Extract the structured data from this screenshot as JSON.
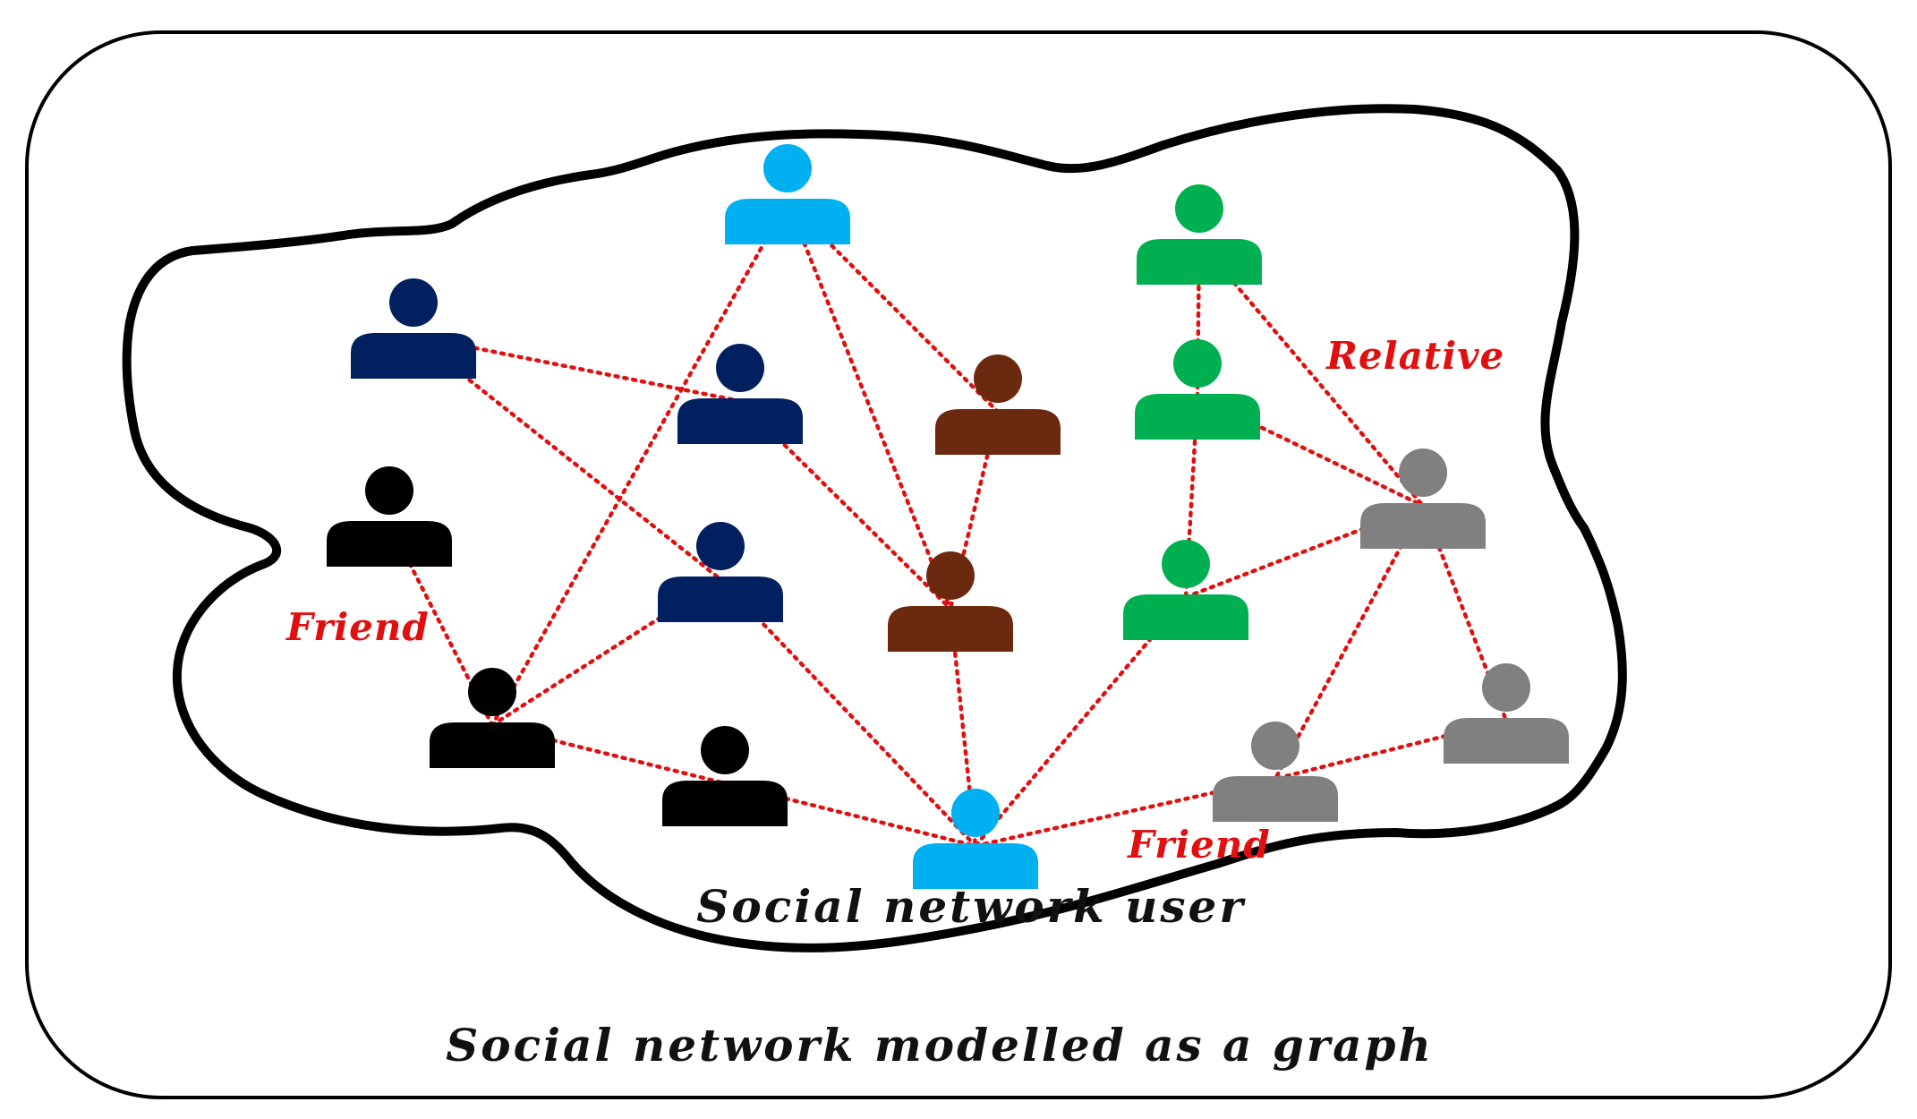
{
  "diagram": {
    "caption": "Social network modelled as a graph",
    "user_label": "Social network user",
    "edge_labels": {
      "friend_left": "Friend",
      "friend_bottom": "Friend",
      "relative": "Relative"
    }
  },
  "colors": {
    "edge": "#e01010",
    "cyan": "#00b0f0",
    "navy": "#002060",
    "black": "#000000",
    "brown": "#6b2a0f",
    "green": "#00b050",
    "gray": "#808080"
  },
  "nodes": [
    {
      "id": "cyan-top",
      "color": "cyan"
    },
    {
      "id": "navy-1",
      "color": "navy"
    },
    {
      "id": "navy-2",
      "color": "navy"
    },
    {
      "id": "navy-3",
      "color": "navy"
    },
    {
      "id": "black-1",
      "color": "black"
    },
    {
      "id": "black-2",
      "color": "black"
    },
    {
      "id": "black-3",
      "color": "black"
    },
    {
      "id": "brown-1",
      "color": "brown"
    },
    {
      "id": "brown-2",
      "color": "brown"
    },
    {
      "id": "green-1",
      "color": "green"
    },
    {
      "id": "green-2",
      "color": "green"
    },
    {
      "id": "green-3",
      "color": "green"
    },
    {
      "id": "gray-1",
      "color": "gray"
    },
    {
      "id": "gray-2",
      "color": "gray"
    },
    {
      "id": "gray-3",
      "color": "gray"
    },
    {
      "id": "cyan-bottom",
      "color": "cyan"
    }
  ],
  "edges": [
    [
      "cyan-top",
      "black-2"
    ],
    [
      "cyan-top",
      "brown-2"
    ],
    [
      "cyan-top",
      "brown-1"
    ],
    [
      "navy-1",
      "navy-2"
    ],
    [
      "navy-1",
      "navy-3"
    ],
    [
      "navy-2",
      "brown-2"
    ],
    [
      "black-1",
      "black-2"
    ],
    [
      "black-2",
      "navy-3"
    ],
    [
      "black-2",
      "black-3"
    ],
    [
      "navy-3",
      "cyan-bottom"
    ],
    [
      "black-3",
      "cyan-bottom"
    ],
    [
      "brown-1",
      "brown-2"
    ],
    [
      "brown-2",
      "cyan-bottom"
    ],
    [
      "green-1",
      "green-2"
    ],
    [
      "green-2",
      "green-3"
    ],
    [
      "green-1",
      "gray-1"
    ],
    [
      "green-2",
      "gray-1"
    ],
    [
      "green-3",
      "gray-1"
    ],
    [
      "green-3",
      "cyan-bottom"
    ],
    [
      "gray-1",
      "gray-2"
    ],
    [
      "gray-1",
      "gray-3"
    ],
    [
      "gray-2",
      "gray-3"
    ],
    [
      "gray-3",
      "cyan-bottom"
    ]
  ]
}
